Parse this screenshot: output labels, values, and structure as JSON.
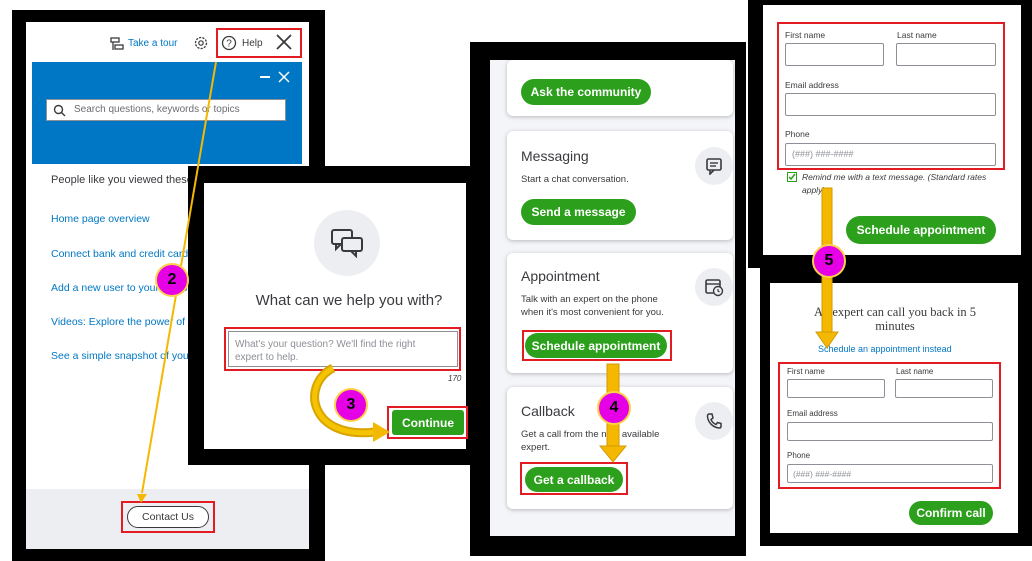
{
  "panel1": {
    "take_tour": "Take a tour",
    "help_label": "Help",
    "search_placeholder": "Search questions, keywords or topics",
    "people_viewed": "People like you viewed these answers",
    "links": [
      "Home page overview",
      "Connect bank and credit cards",
      "Add a new user to your company",
      "Videos: Explore the power of QuickBooks",
      "See a simple snapshot of your business"
    ],
    "contact_us": "Contact Us"
  },
  "panel2": {
    "heading": "What can we help you with?",
    "placeholder": "What's your question? We'll find the right expert to help.",
    "char_count": "170",
    "continue_label": "Continue"
  },
  "panel3": {
    "ask_community": "Ask the community",
    "messaging_title": "Messaging",
    "messaging_desc": "Start a chat conversation.",
    "send_message": "Send a message",
    "appointment_title": "Appointment",
    "appointment_desc": "Talk with an expert on the phone when it's most convenient for you.",
    "schedule_appointment": "Schedule appointment",
    "callback_title": "Callback",
    "callback_desc": "Get a call from the next available expert.",
    "get_callback": "Get a callback"
  },
  "panel4": {
    "first_name": "First name",
    "last_name": "Last name",
    "email": "Email address",
    "phone": "Phone",
    "phone_placeholder": "(###) ###-####",
    "remind_text": "Remind me with a text message. (Standard rates apply)",
    "schedule_button": "Schedule appointment"
  },
  "panel5": {
    "heading": "An expert can call you back in 5 minutes",
    "schedule_instead": "Schedule an appointment instead",
    "first_name": "First name",
    "last_name": "Last name",
    "email": "Email address",
    "phone": "Phone",
    "phone_placeholder": "(###) ###-####",
    "confirm_call": "Confirm call"
  },
  "steps": [
    "2",
    "3",
    "4",
    "5"
  ],
  "colors": {
    "qb_green": "#2ca01c",
    "qb_blue": "#0077c5",
    "annotation_red": "#e31b23",
    "annotation_yellow": "#f5b800",
    "badge_magenta": "#e600e6"
  }
}
